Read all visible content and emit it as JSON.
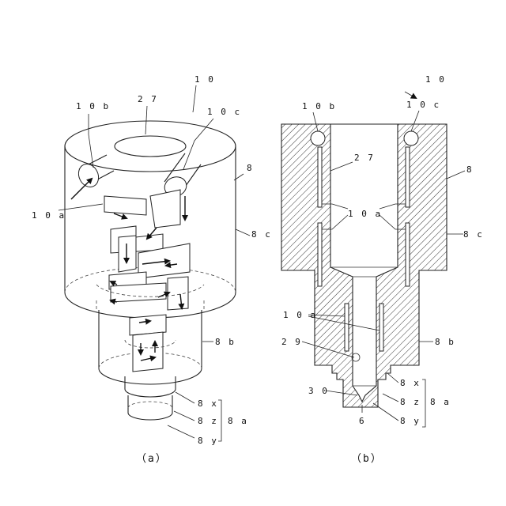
{
  "labels": {
    "a_10": "1 0",
    "a_10b": "1 0 b",
    "a_27": "2 7",
    "a_10c": "1 0 c",
    "a_8": "8",
    "a_10a": "1 0 a",
    "a_8c": "8 c",
    "a_8b": "8 b",
    "a_8x": "8 x",
    "a_8z": "8 z",
    "a_8y": "8 y",
    "a_8a": "8 a",
    "b_10": "1 0",
    "b_10b": "1 0 b",
    "b_10c": "1 0 c",
    "b_27": "2 7",
    "b_8": "8",
    "b_10a_upper": "1 0 a",
    "b_8c": "8 c",
    "b_10a_lower": "1 0 a",
    "b_29": "2 9",
    "b_8b": "8 b",
    "b_8x": "8 x",
    "b_30": "3 0",
    "b_8z": "8 z",
    "b_8a": "8 a",
    "b_6": "6",
    "b_8y": "8 y"
  },
  "captions": {
    "a": "（a）",
    "b": "（b）"
  }
}
